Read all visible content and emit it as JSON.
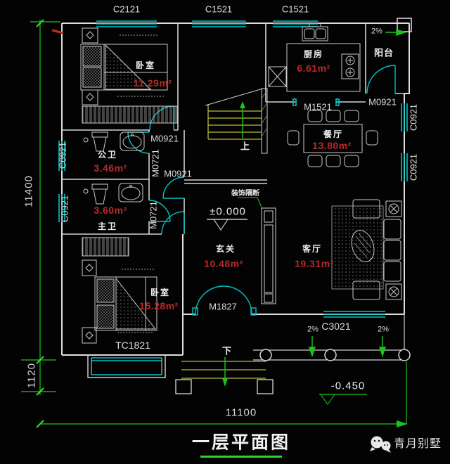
{
  "meta": {
    "drawing_title": "一层平面图",
    "brand": "青月别墅"
  },
  "codes": {
    "c2121": "C2121",
    "c1521": "C1521",
    "c0921": "C0921",
    "c3021": "C3021",
    "tc1821": "TC1821",
    "m0921": "M0921",
    "m0721": "M0721",
    "m1521": "M1521",
    "m1827": "M1827"
  },
  "rooms": {
    "bedroom1": {
      "name": "卧室",
      "area": "11.29m²"
    },
    "bath_public": {
      "name": "公卫",
      "area": "3.46m²"
    },
    "bath_master": {
      "name": "主卫",
      "area": "3.60m²"
    },
    "bedroom2": {
      "name": "卧室",
      "area": "15.28m²"
    },
    "kitchen": {
      "name": "厨房",
      "area": "6.61m²"
    },
    "balcony": {
      "name": "阳台"
    },
    "dining": {
      "name": "餐厅",
      "area": "13.80m²"
    },
    "foyer": {
      "name": "玄关",
      "area": "10.48m²"
    },
    "living": {
      "name": "客厅",
      "area": "19.31m²"
    }
  },
  "levels": {
    "floor": "±0.000",
    "ground": "-0.450"
  },
  "slope": "2%",
  "stair": {
    "up": "上",
    "down": "下"
  },
  "notes": {
    "partition": "装饰隔断"
  },
  "dims": {
    "total_height": "11400",
    "porch_depth": "1120",
    "total_width": "11100"
  },
  "colors": {
    "background": "#030303",
    "wall": "#dedede",
    "window_door": "#00c4c4",
    "dimension": "#1ec41e",
    "area_text": "#b52a2a",
    "stair": "#b9ba38"
  }
}
